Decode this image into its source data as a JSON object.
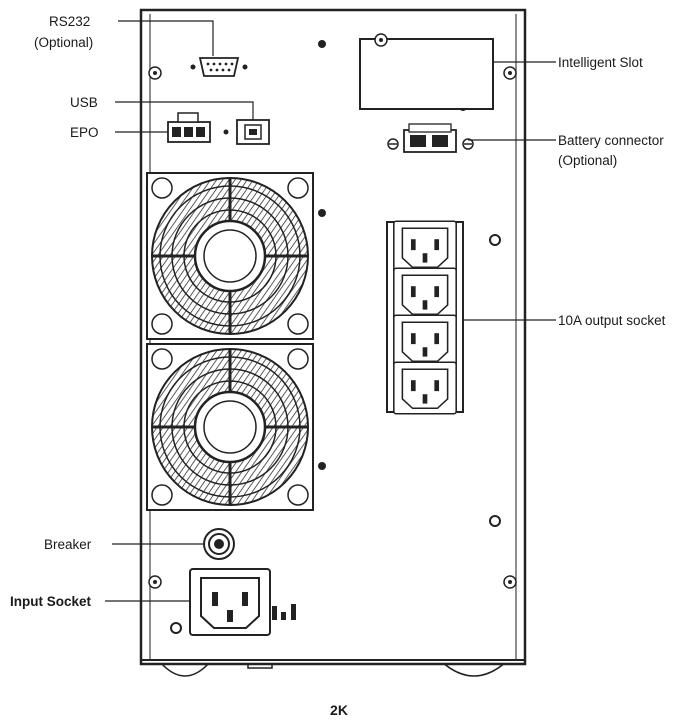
{
  "labels": {
    "rs232": "RS232",
    "rs232_note": "(Optional)",
    "usb": "USB",
    "epo": "EPO",
    "intelligent_slot": "Intelligent Slot",
    "battery_connector": "Battery connector",
    "battery_note": "(Optional)",
    "output_socket": "10A output socket",
    "breaker": "Breaker",
    "input_socket": "Input Socket"
  },
  "caption": "2K",
  "colors": {
    "line": "#222222",
    "panel": "#ffffff",
    "edge": "#3a3a3a"
  },
  "fan_count": 2,
  "output_socket_count": 4
}
